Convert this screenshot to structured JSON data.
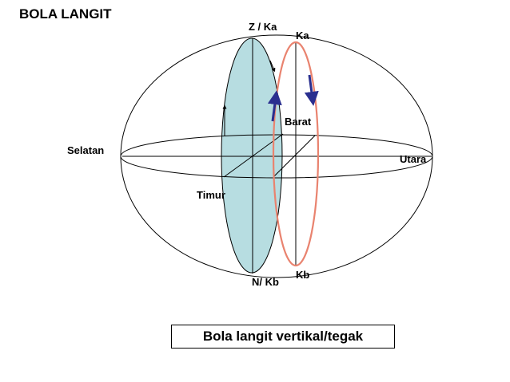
{
  "title": "BOLA LANGIT",
  "labels": {
    "zenith": "Z / Ka",
    "pole_north": "Ka",
    "west": "Barat",
    "south": "Selatan",
    "north": "Utara",
    "east": "Timur",
    "pole_south": "Kb",
    "nadir": "N/ Kb"
  },
  "caption": "Bola langit vertikal/tegak",
  "colors": {
    "vertical_circle_fill": "#b7dde1",
    "tilted_circle_stroke": "#e9836f",
    "arrow": "#2a2f8f",
    "line": "#000000"
  }
}
